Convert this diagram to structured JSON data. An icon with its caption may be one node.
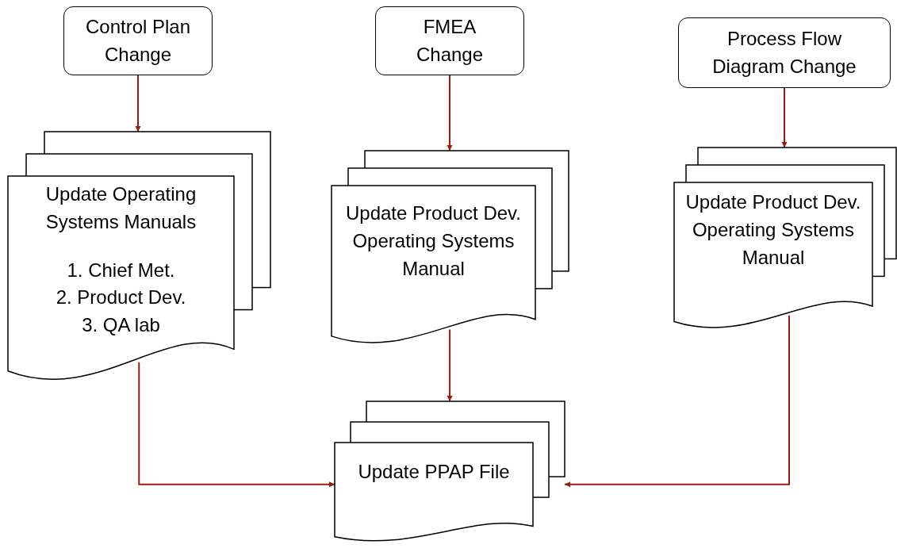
{
  "diagram": {
    "nodes": [
      {
        "text": [
          "Control Plan Change"
        ]
      },
      {
        "text": [
          "FMEA Change"
        ]
      },
      {
        "text": [
          "Process Flow Diagram Change"
        ]
      },
      {
        "text": [
          "Update Operating Systems Manuals",
          "1. Chief Met.",
          "2. Product Dev.",
          "3. QA lab"
        ]
      },
      {
        "text": [
          "Update Product Dev. Operating Systems Manual"
        ]
      },
      {
        "text": [
          "Update Product Dev. Operating Systems Manual"
        ]
      },
      {
        "text": [
          "Update PPAP File"
        ]
      }
    ],
    "edges": [
      {
        "from": 0,
        "to": 3,
        "arrow": "to"
      },
      {
        "from": 1,
        "to": 4,
        "arrow": "to"
      },
      {
        "from": 2,
        "to": 5,
        "arrow": "to"
      },
      {
        "from": 4,
        "to": 6,
        "arrow": "to"
      },
      {
        "from": 3,
        "to": 6,
        "arrow": "to"
      },
      {
        "from": 5,
        "to": 6,
        "arrow": "to"
      }
    ]
  }
}
